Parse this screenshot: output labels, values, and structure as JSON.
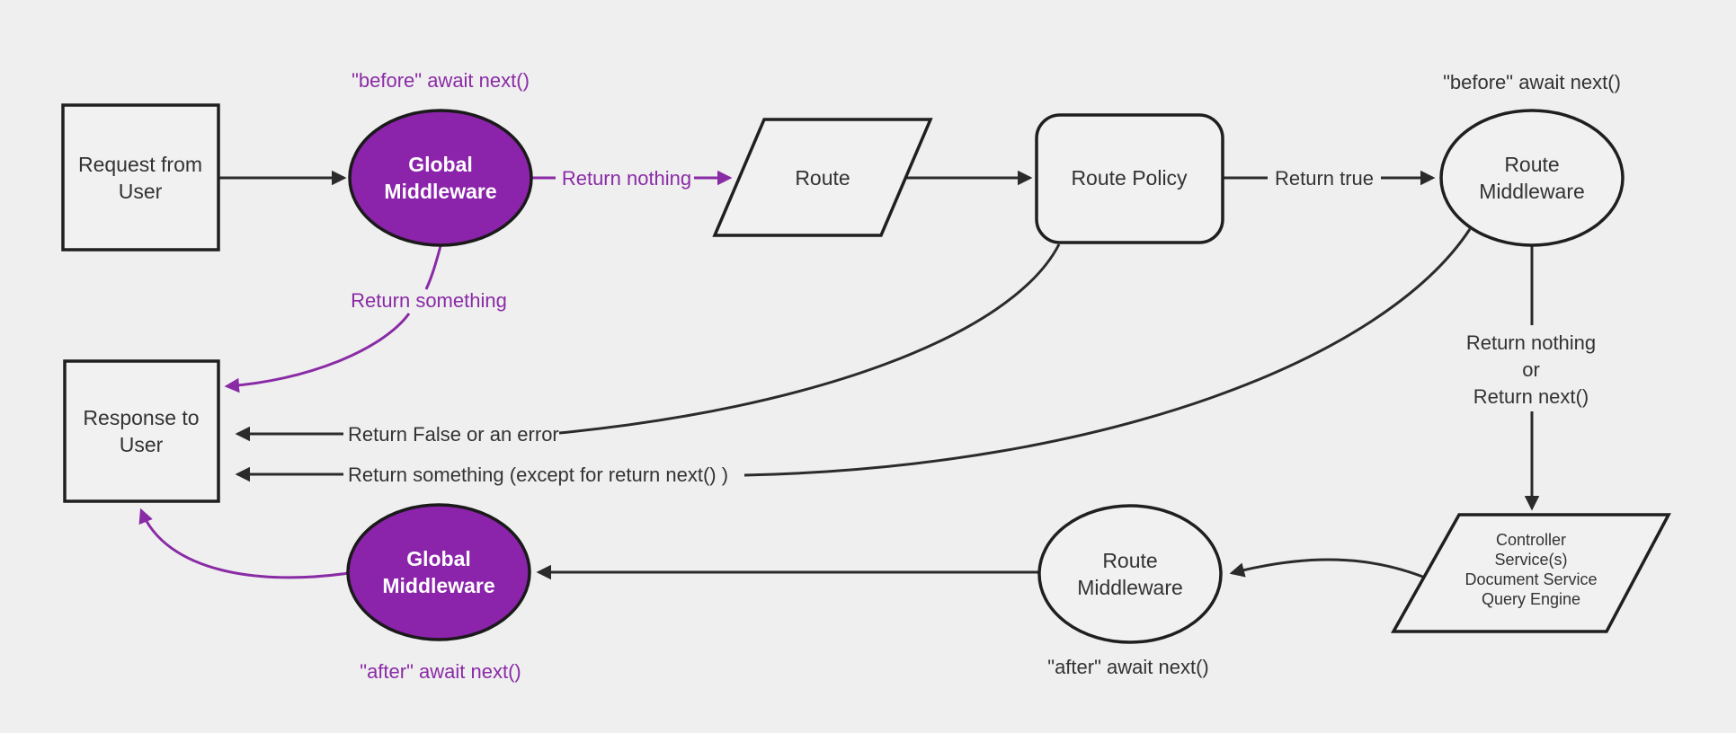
{
  "diagram": {
    "colors": {
      "background": "#efefef",
      "node_fill": "#f1f1f1",
      "node_border": "#1f1f1f",
      "edge_line": "#2b2b2b",
      "purple_line": "#8a2ba6",
      "purple_fill": "#8b23ab",
      "text": "#333333",
      "text_on_purple": "#ffffff"
    },
    "nodes": {
      "request": {
        "lines": [
          "Request from",
          "User"
        ]
      },
      "global_mw_top": {
        "lines": [
          "Global",
          "Middleware"
        ]
      },
      "route": {
        "label": "Route"
      },
      "route_policy": {
        "label": "Route Policy"
      },
      "route_mw_top": {
        "lines": [
          "Route",
          "Middleware"
        ]
      },
      "controller": {
        "lines": [
          "Controller",
          "Service(s)",
          "Document Service",
          "Query Engine"
        ]
      },
      "route_mw_bottom": {
        "lines": [
          "Route",
          "Middleware"
        ]
      },
      "global_mw_bottom": {
        "lines": [
          "Global",
          "Middleware"
        ]
      },
      "response": {
        "lines": [
          "Response to",
          "User"
        ]
      }
    },
    "edge_labels": {
      "return_nothing": "Return nothing",
      "return_true": "Return true",
      "return_nothing_or": [
        "Return nothing",
        "or",
        "Return next()"
      ],
      "return_something": "Return something",
      "return_false_or_error": "Return False or an error",
      "return_something_except": "Return something (except for return next() )"
    },
    "annotations": {
      "before_global": "\"before\" await next()",
      "before_route": "\"before\" await next()",
      "after_route": "\"after\" await next()",
      "after_global": "\"after\" await next()"
    }
  }
}
